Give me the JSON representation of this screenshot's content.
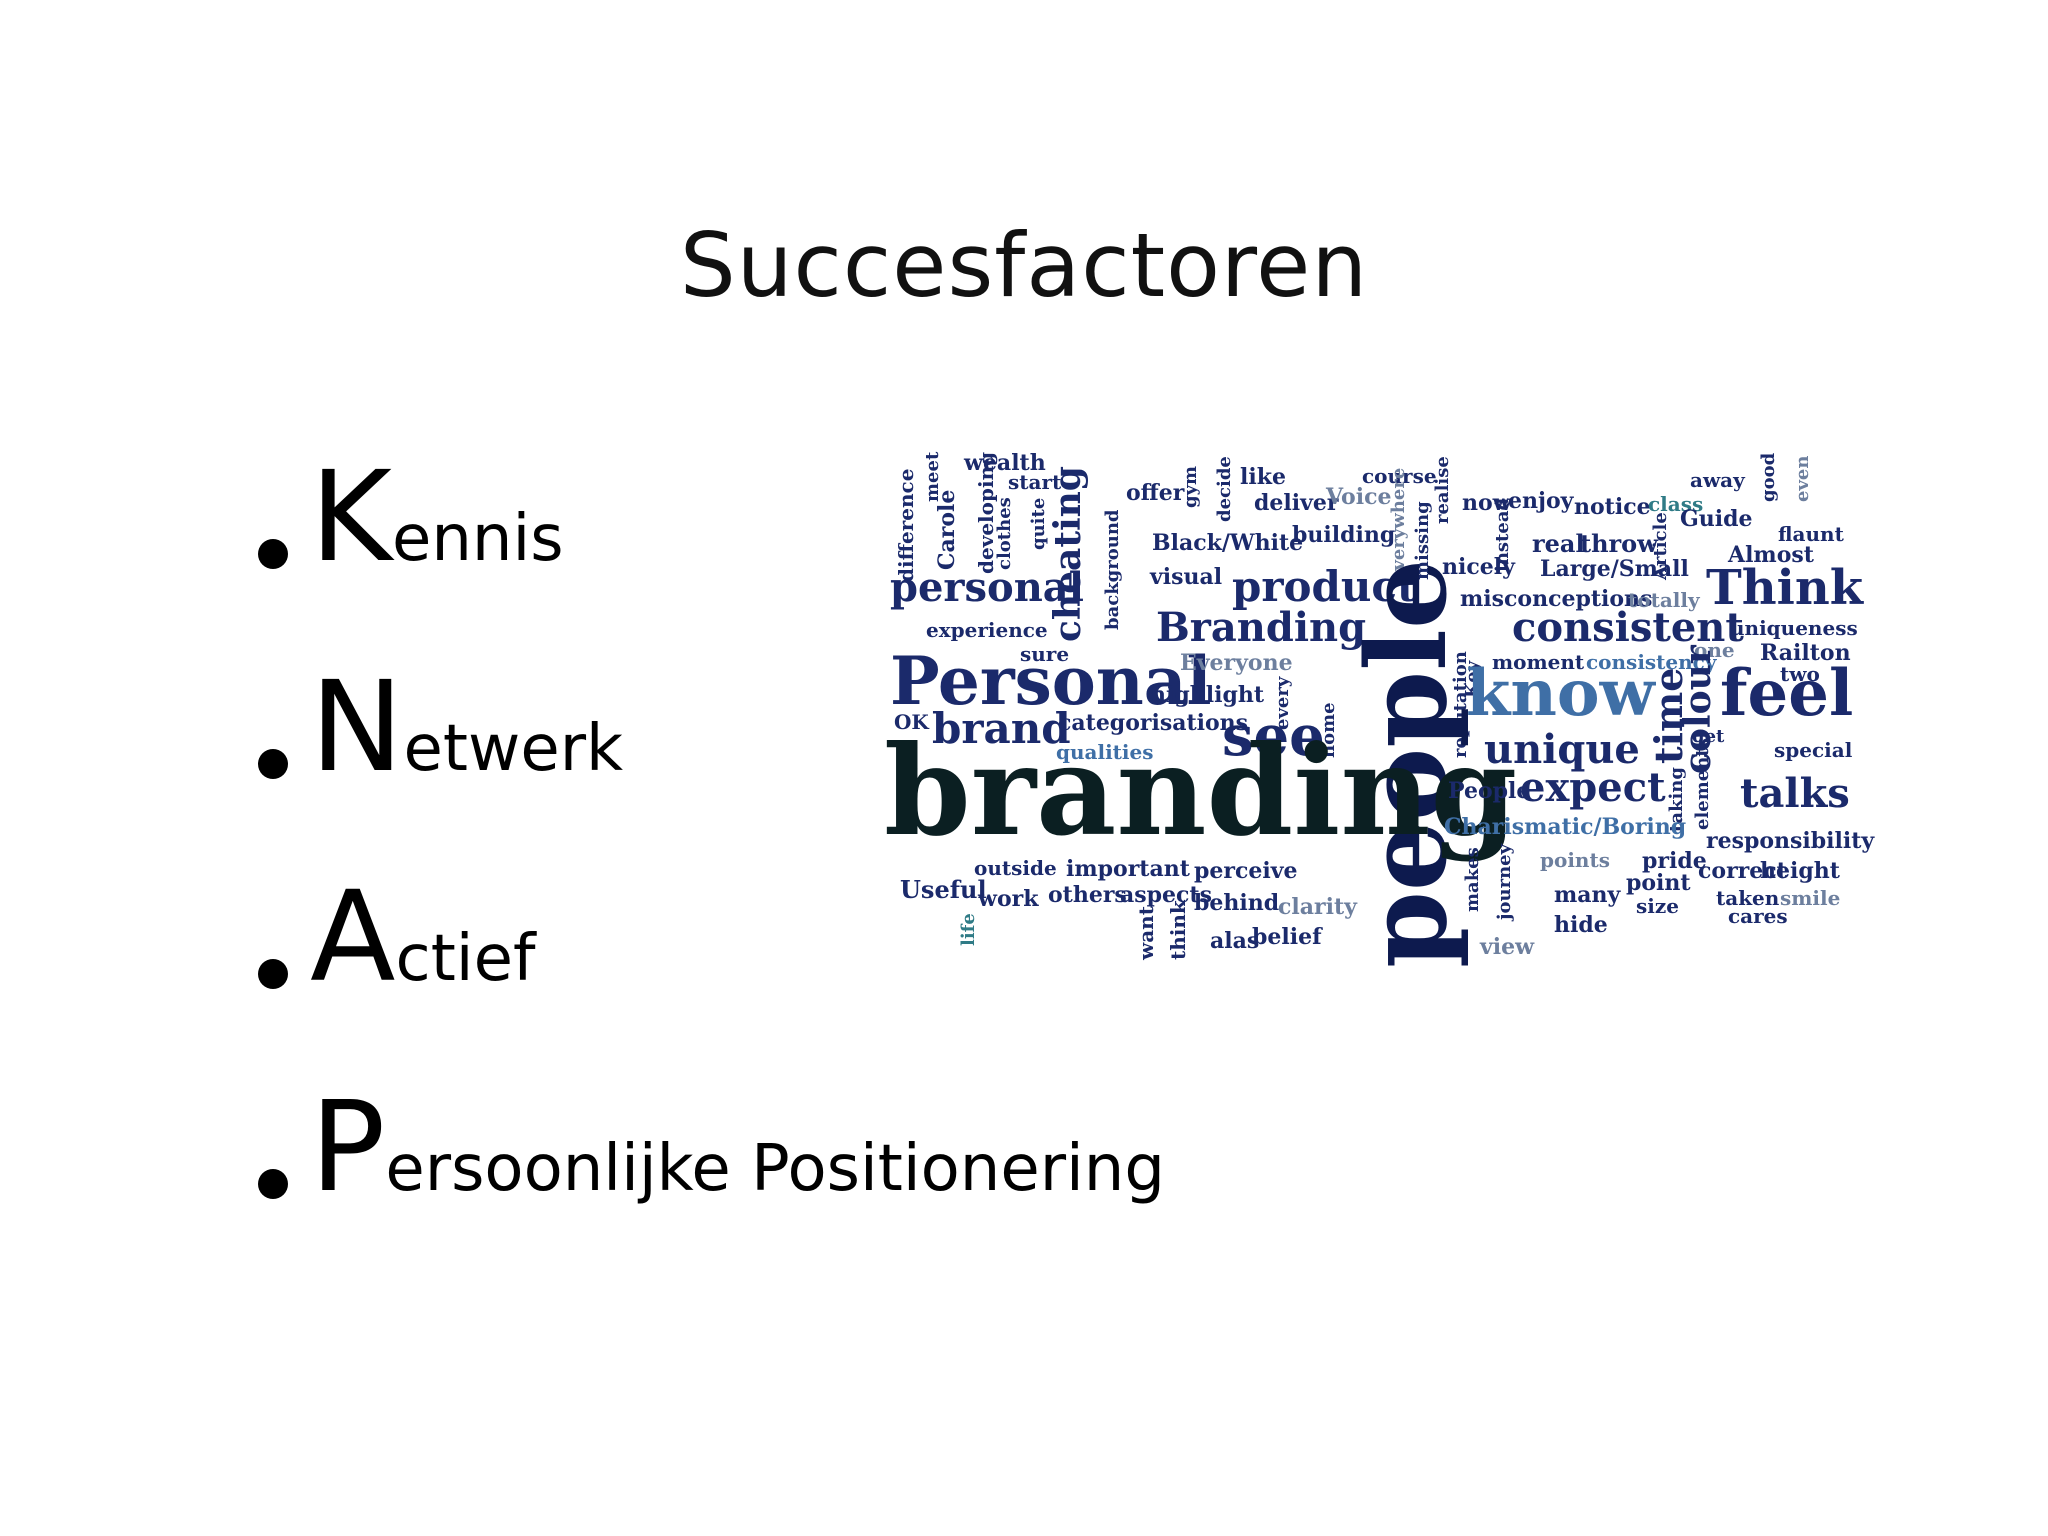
{
  "slide": {
    "title": "Succesfactoren",
    "bullets": [
      {
        "initial": "K",
        "rest": "ennis"
      },
      {
        "initial": "N",
        "rest": "etwerk"
      },
      {
        "initial": "A",
        "rest": "ctief"
      },
      {
        "initial": "P",
        "rest": "ersoonlijke Positionering"
      }
    ]
  },
  "colors": {
    "dark_navy": "#0d1a4e",
    "navy": "#1b2a6b",
    "blue": "#2f4f9a",
    "steel": "#3f6fa6",
    "grey_blue": "#6d7f9e",
    "teal": "#2f7b86",
    "near_black": "#0b1f22"
  },
  "wordcloud": {
    "words": [
      {
        "text": "wealth"
      },
      {
        "text": "difference"
      },
      {
        "text": "meet"
      },
      {
        "text": "Carole"
      },
      {
        "text": "developing"
      },
      {
        "text": "clothes"
      },
      {
        "text": "start"
      },
      {
        "text": "quite"
      },
      {
        "text": "cheating"
      },
      {
        "text": "offer"
      },
      {
        "text": "gym"
      },
      {
        "text": "decide"
      },
      {
        "text": "like"
      },
      {
        "text": "deliver"
      },
      {
        "text": "Voice"
      },
      {
        "text": "course"
      },
      {
        "text": "realise"
      },
      {
        "text": "now"
      },
      {
        "text": "enjoy"
      },
      {
        "text": "notice"
      },
      {
        "text": "class"
      },
      {
        "text": "away"
      },
      {
        "text": "good"
      },
      {
        "text": "even"
      },
      {
        "text": "flaunt"
      },
      {
        "text": "background"
      },
      {
        "text": "Black/White"
      },
      {
        "text": "building"
      },
      {
        "text": "everywhere"
      },
      {
        "text": "missing"
      },
      {
        "text": "instead"
      },
      {
        "text": "real"
      },
      {
        "text": "throw"
      },
      {
        "text": "Article"
      },
      {
        "text": "Guide"
      },
      {
        "text": "Almost"
      },
      {
        "text": "personal"
      },
      {
        "text": "visual"
      },
      {
        "text": "product"
      },
      {
        "text": "nicely"
      },
      {
        "text": "Large/Small"
      },
      {
        "text": "Think"
      },
      {
        "text": "misconceptions"
      },
      {
        "text": "totally"
      },
      {
        "text": "experience"
      },
      {
        "text": "Branding"
      },
      {
        "text": "Key"
      },
      {
        "text": "consistent"
      },
      {
        "text": "uniqueness"
      },
      {
        "text": "sure"
      },
      {
        "text": "one"
      },
      {
        "text": "Railton"
      },
      {
        "text": "Personal"
      },
      {
        "text": "Everyone"
      },
      {
        "text": "reputation"
      },
      {
        "text": "moment"
      },
      {
        "text": "consistency"
      },
      {
        "text": "two"
      },
      {
        "text": "highlight"
      },
      {
        "text": "every"
      },
      {
        "text": "know"
      },
      {
        "text": "colour"
      },
      {
        "text": "feel"
      },
      {
        "text": "OK"
      },
      {
        "text": "brand"
      },
      {
        "text": "categorisations"
      },
      {
        "text": "home"
      },
      {
        "text": "time"
      },
      {
        "text": "get"
      },
      {
        "text": "qualities"
      },
      {
        "text": "see"
      },
      {
        "text": "people"
      },
      {
        "text": "unique"
      },
      {
        "text": "special"
      },
      {
        "text": "branding"
      },
      {
        "text": "People"
      },
      {
        "text": "expect"
      },
      {
        "text": "taking"
      },
      {
        "text": "elements"
      },
      {
        "text": "talks"
      },
      {
        "text": "Charismatic/Boring"
      },
      {
        "text": "responsibility"
      },
      {
        "text": "makes"
      },
      {
        "text": "journey"
      },
      {
        "text": "points"
      },
      {
        "text": "pride"
      },
      {
        "text": "correct"
      },
      {
        "text": "height"
      },
      {
        "text": "Useful"
      },
      {
        "text": "outside"
      },
      {
        "text": "important"
      },
      {
        "text": "perceive"
      },
      {
        "text": "work"
      },
      {
        "text": "others"
      },
      {
        "text": "aspects"
      },
      {
        "text": "many"
      },
      {
        "text": "point"
      },
      {
        "text": "taken"
      },
      {
        "text": "smile"
      },
      {
        "text": "behind"
      },
      {
        "text": "clarity"
      },
      {
        "text": "size"
      },
      {
        "text": "cares"
      },
      {
        "text": "life"
      },
      {
        "text": "want"
      },
      {
        "text": "think"
      },
      {
        "text": "alas"
      },
      {
        "text": "belief"
      },
      {
        "text": "hide"
      },
      {
        "text": "view"
      }
    ]
  }
}
